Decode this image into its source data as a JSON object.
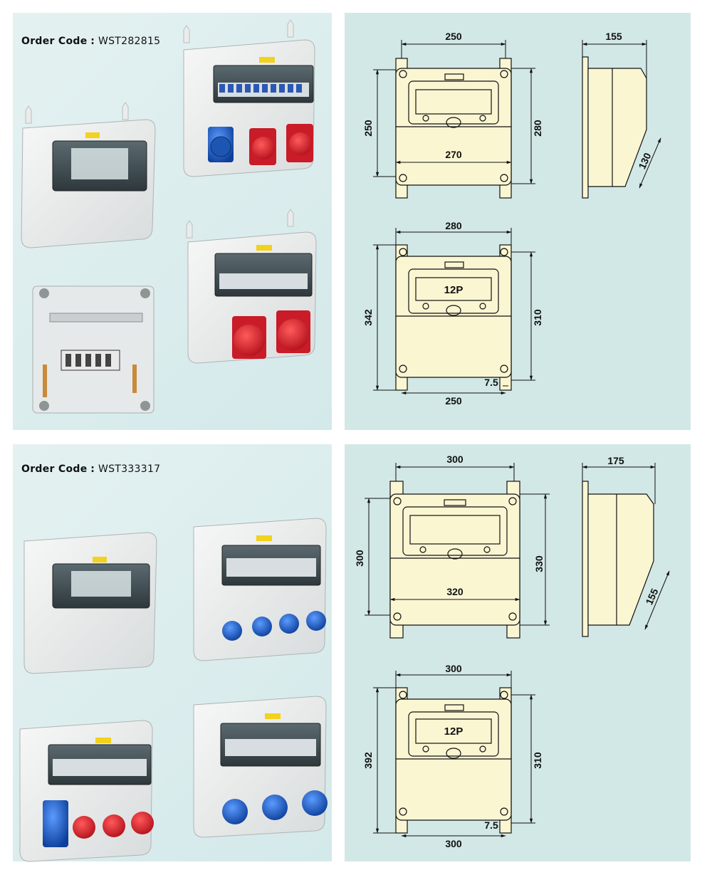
{
  "sections": [
    {
      "order_label": "Order Code",
      "order_sep": ":",
      "order_code": "WST282815",
      "top_drawing": {
        "width": "250",
        "depth": "155",
        "height": "250",
        "total_height": "280",
        "mount_width": "270",
        "door_angle_dim": "130"
      },
      "bottom_drawing": {
        "total_width": "280",
        "total_height": "342",
        "mount_height": "310",
        "mount_width": "250",
        "hole": "7.5",
        "label": "12P"
      }
    },
    {
      "order_label": "Order Code",
      "order_sep": ":",
      "order_code": "WST333317",
      "top_drawing": {
        "width": "300",
        "depth": "175",
        "height": "300",
        "total_height": "330",
        "mount_width": "320",
        "door_angle_dim": "155"
      },
      "bottom_drawing": {
        "total_width": "300",
        "total_height": "392",
        "mount_height": "310",
        "mount_width": "300",
        "hole": "7.5",
        "label": "12P"
      }
    }
  ],
  "colors": {
    "drawing_fill": "#fbf6d2",
    "socket_red": "#d42331",
    "socket_blue": "#1a5fc8",
    "panel_bg": "#d2e8e6"
  },
  "icons": [
    "warning-label-icon",
    "breaker-row-icon",
    "socket-icon"
  ]
}
